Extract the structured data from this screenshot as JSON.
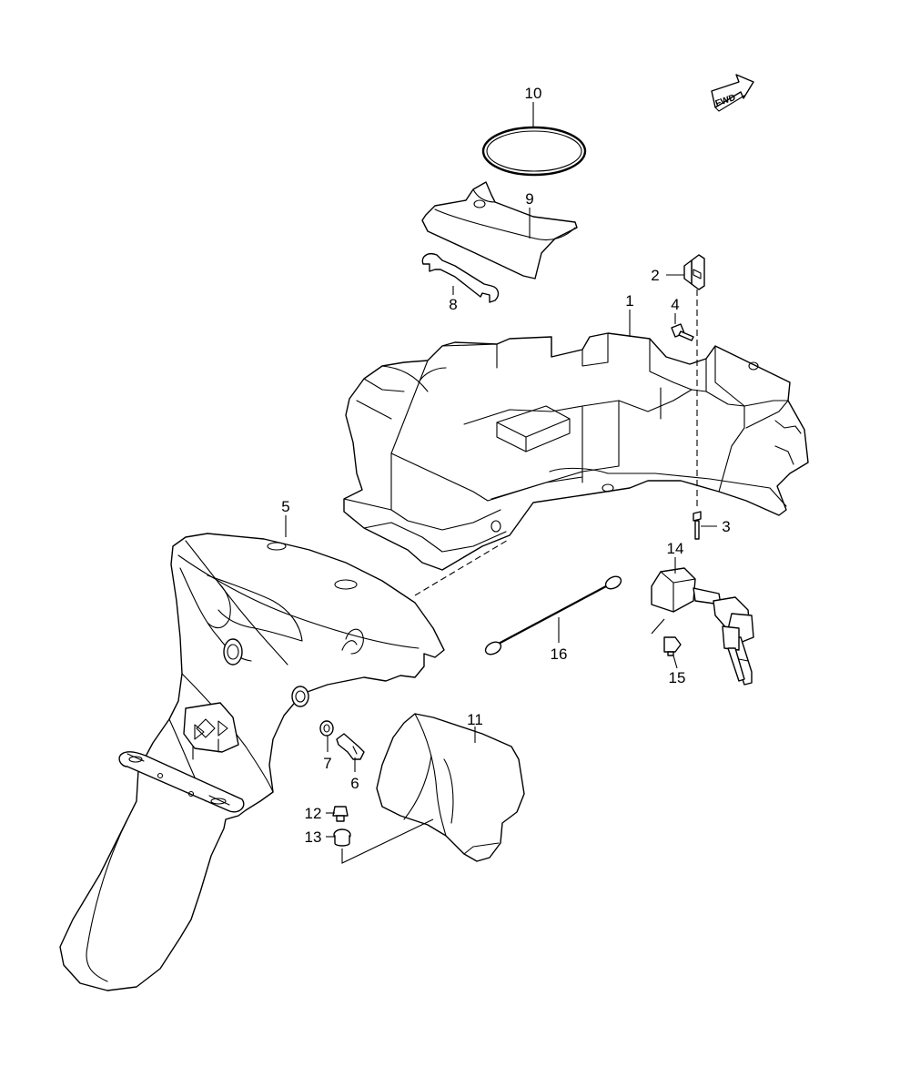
{
  "diagram": {
    "fwd_label": "FWD",
    "callouts": {
      "c1": "1",
      "c2": "2",
      "c3": "3",
      "c4": "4",
      "c5": "5",
      "c6": "6",
      "c7": "7",
      "c8": "8",
      "c9": "9",
      "c10": "10",
      "c11": "11",
      "c12": "12",
      "c13": "13",
      "c14": "14",
      "c15": "15",
      "c16": "16"
    }
  }
}
